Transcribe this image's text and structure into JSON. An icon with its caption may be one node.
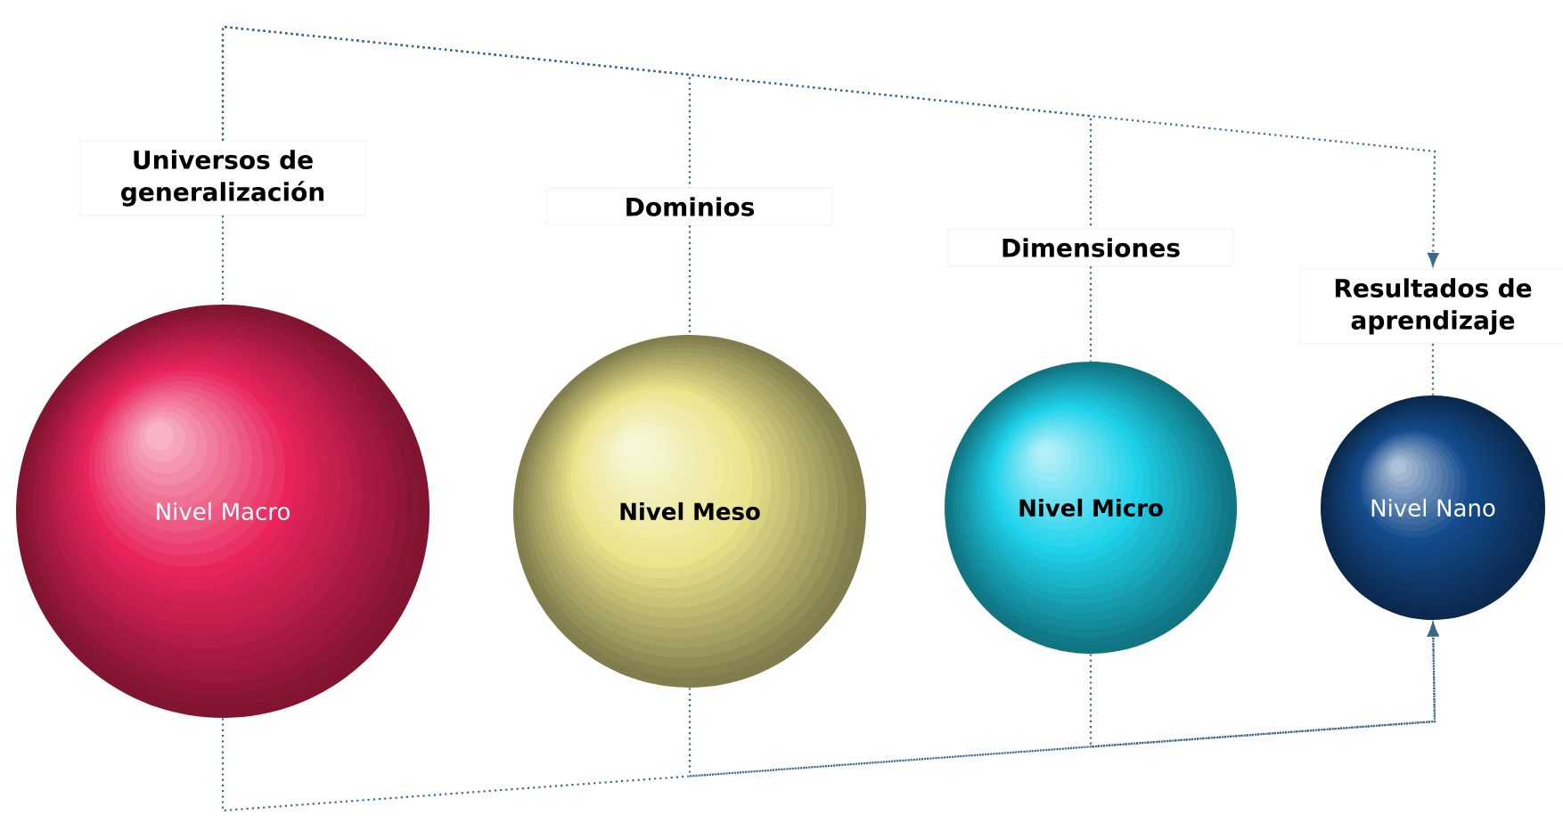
{
  "diagram": {
    "nodes": [
      {
        "text": [
          "Universos de generalización"
        ]
      },
      {
        "text": [
          "Dominios"
        ]
      },
      {
        "text": [
          "Dimensiones"
        ]
      },
      {
        "text": [
          "Resultados de aprendizaje"
        ]
      },
      {
        "text": [
          "Nivel Macro"
        ]
      },
      {
        "text": [
          "Nivel Meso"
        ]
      },
      {
        "text": [
          "Nivel Micro"
        ]
      },
      {
        "text": [
          "Nivel Nano"
        ]
      }
    ],
    "edges": [
      {
        "from": 0,
        "to": 1,
        "arrow": "none"
      },
      {
        "from": 0,
        "to": 2,
        "arrow": "none"
      },
      {
        "from": 0,
        "to": 3,
        "arrow": "to"
      },
      {
        "from": 0,
        "to": 4,
        "arrow": "none"
      },
      {
        "from": 1,
        "to": 5,
        "arrow": "none"
      },
      {
        "from": 2,
        "to": 6,
        "arrow": "none"
      },
      {
        "from": 3,
        "to": 7,
        "arrow": "none"
      },
      {
        "from": 4,
        "to": 7,
        "arrow": "to"
      },
      {
        "from": 5,
        "to": 7,
        "arrow": "to"
      },
      {
        "from": 6,
        "to": 7,
        "arrow": "to"
      }
    ]
  }
}
